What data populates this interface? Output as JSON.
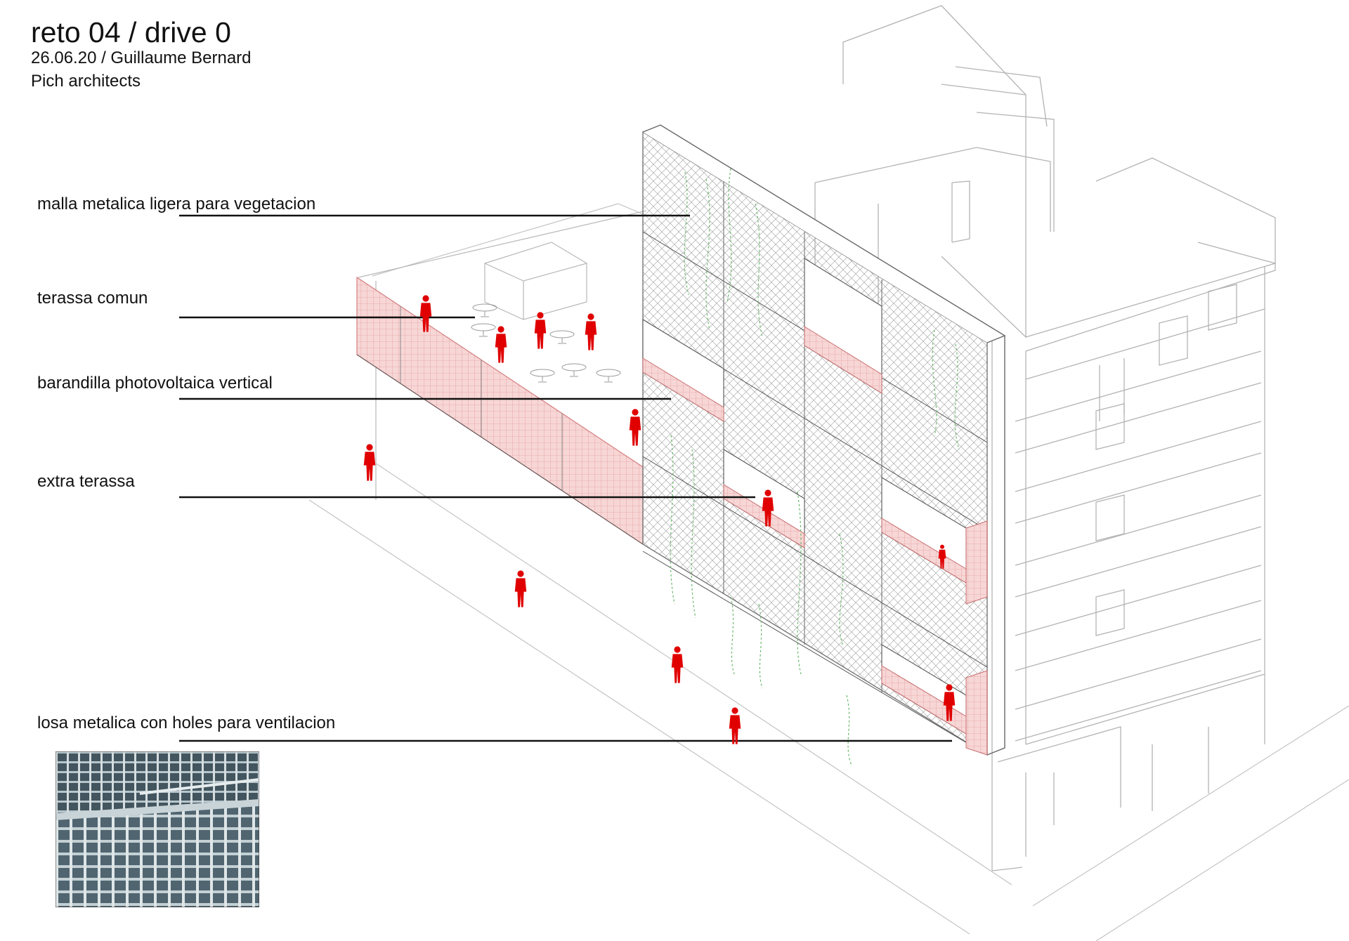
{
  "header": {
    "title": "reto 04 / drive 0",
    "date_author": "26.06.20 / Guillaume Bernard",
    "office": "Pich architects"
  },
  "labels": [
    {
      "id": "mesh",
      "text": "malla metalica ligera para vegetacion"
    },
    {
      "id": "terrace",
      "text": "terassa comun"
    },
    {
      "id": "railing",
      "text": "barandilla photovoltaica  vertical"
    },
    {
      "id": "extra",
      "text": "extra terassa"
    },
    {
      "id": "floor",
      "text": "losa metalica con holes para ventilacion"
    }
  ],
  "colors": {
    "line": "#111111",
    "outline": "#b8b8b8",
    "mesh": "#8f8f8f",
    "figure": "#e00000",
    "pv_panel": "#f4c6c6",
    "vegetation": "#5aa85a",
    "grating_photo": "#9fb3bd"
  },
  "icons": [
    "person-figure-icon",
    "round-table-icon",
    "grating-photo"
  ]
}
